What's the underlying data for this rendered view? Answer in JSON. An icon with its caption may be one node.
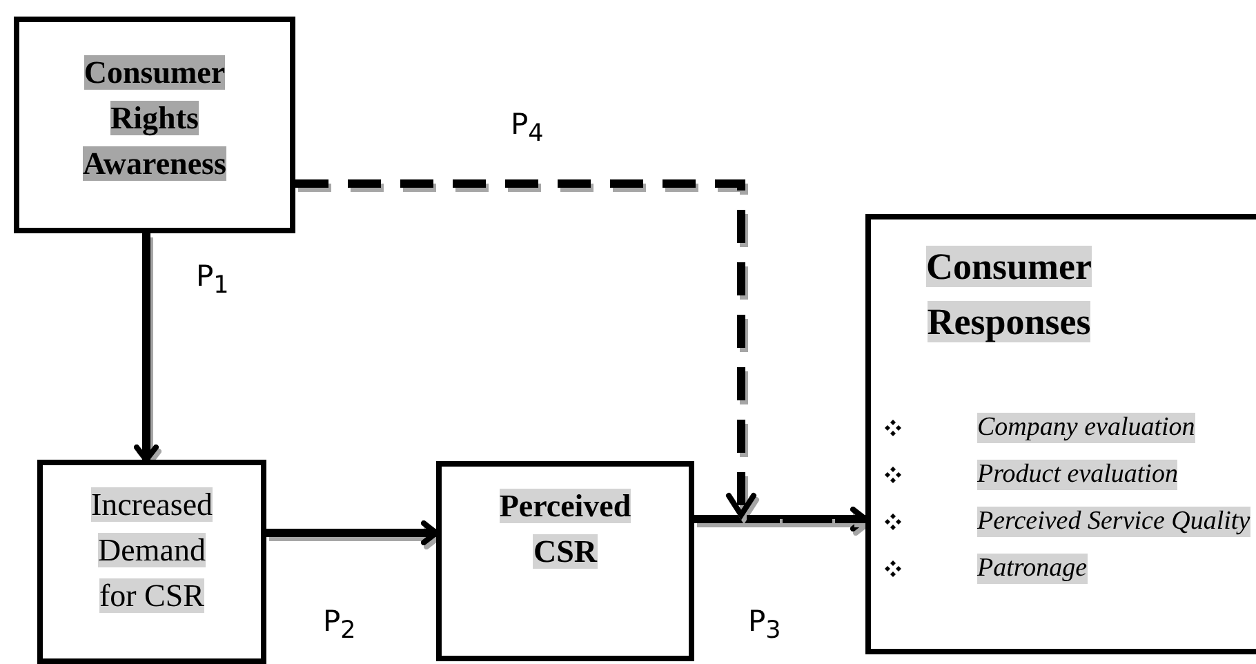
{
  "diagram": {
    "nodes": [
      {
        "text": [
          "Consumer Rights Awareness"
        ]
      },
      {
        "text": [
          "Increased Demand for CSR"
        ]
      },
      {
        "text": [
          "Perceived CSR"
        ]
      },
      {
        "text": [
          "Consumer Responses",
          "Company evaluation",
          "Product evaluation",
          "Perceived Service Quality",
          "Patronage"
        ]
      }
    ],
    "edges": [
      {
        "from": 0,
        "to": 1,
        "arrow": "to",
        "label": "P$_{1}$"
      },
      {
        "from": 1,
        "to": 2,
        "arrow": "to",
        "label": "P$_{2}$"
      },
      {
        "from": 2,
        "to": 3,
        "arrow": "to",
        "label": "P$_{3}$"
      },
      {
        "from": 0,
        "to": 3,
        "arrow": "to",
        "label": "P$_{4}$",
        "style": "dashed"
      }
    ]
  }
}
